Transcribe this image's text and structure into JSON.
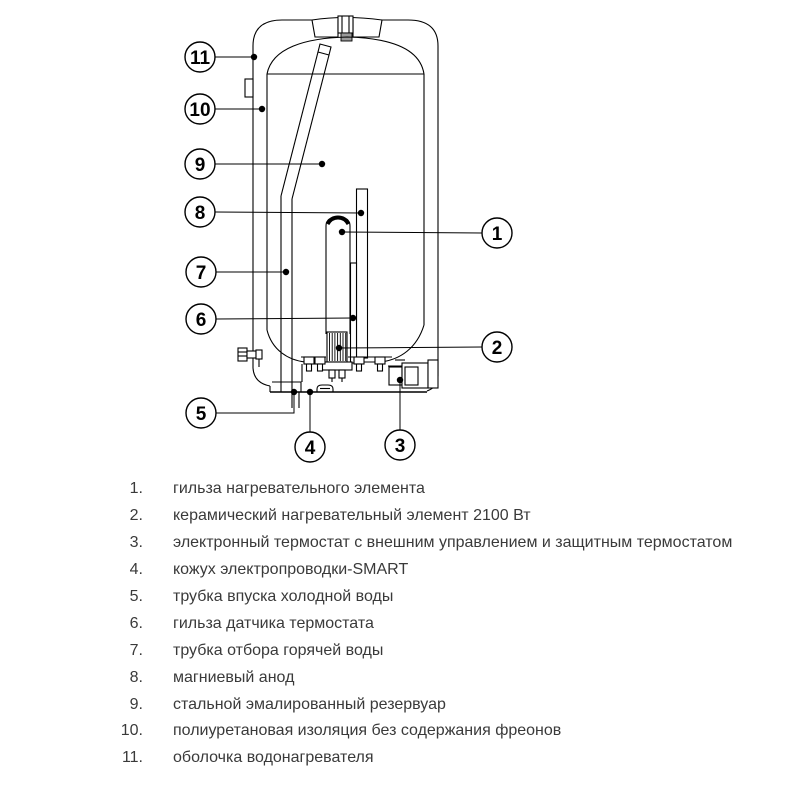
{
  "diagram": {
    "title": "water-heater-cutaway-diagram",
    "callouts": [
      "1",
      "2",
      "3",
      "4",
      "5",
      "6",
      "7",
      "8",
      "9",
      "10",
      "11"
    ]
  },
  "legend": {
    "items": [
      {
        "num": "1.",
        "text": "гильза нагревательного элемента"
      },
      {
        "num": "2.",
        "text": "керамический нагревательный элемент 2100 Вт"
      },
      {
        "num": "3.",
        "text": "электронный термостат с внешним управлением и защитным термостатом"
      },
      {
        "num": "4.",
        "text": "кожух электропроводки-SMART"
      },
      {
        "num": "5.",
        "text": "трубка впуска холодной воды"
      },
      {
        "num": "6.",
        "text": "гильза датчика термостата"
      },
      {
        "num": "7.",
        "text": "трубка отбора горячей воды"
      },
      {
        "num": "8.",
        "text": "магниевый анод"
      },
      {
        "num": "9.",
        "text": "стальной эмалированный резервуар"
      },
      {
        "num": "10.",
        "text": "полиуретановая изоляция без содержания фреонов"
      },
      {
        "num": "11.",
        "text": "оболочка водонагревателя"
      }
    ]
  },
  "colors": {
    "line": "#000000",
    "legend_text": "#3a3a3a",
    "background": "#ffffff"
  }
}
